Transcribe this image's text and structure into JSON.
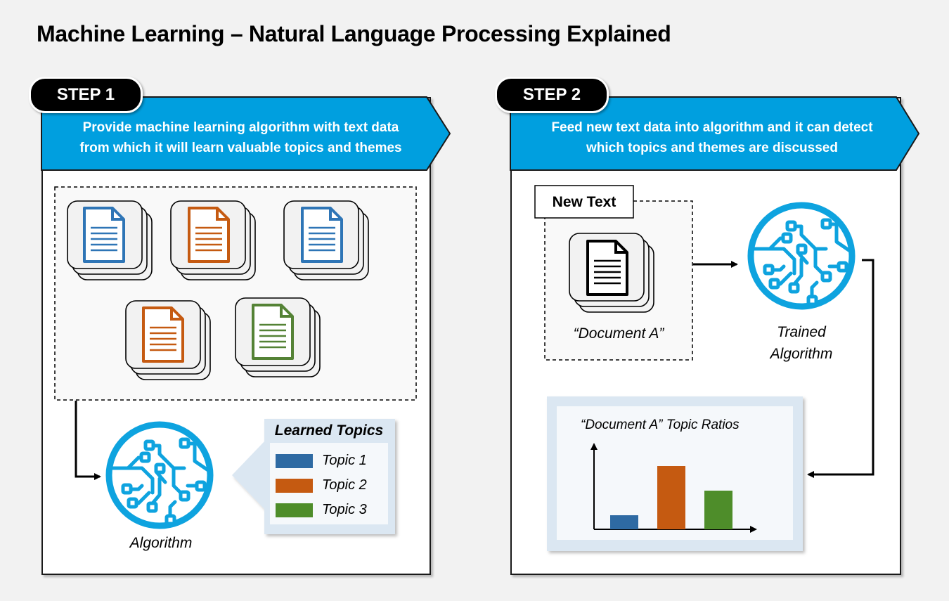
{
  "title": "Machine Learning – Natural Language Processing Explained",
  "step1": {
    "badge": "STEP 1",
    "banner_line1": "Provide machine learning algorithm with text data",
    "banner_line2": "from which it will learn valuable topics and themes",
    "algorithm_label": "Algorithm",
    "learned_topics": {
      "title": "Learned Topics",
      "items": [
        {
          "label": "Topic 1",
          "color": "#2e6aa3"
        },
        {
          "label": "Topic 2",
          "color": "#c55a11"
        },
        {
          "label": "Topic 3",
          "color": "#4e8d2a"
        }
      ]
    },
    "document_colors": [
      "#2e75b6",
      "#c55a11",
      "#2e75b6",
      "#c55a11",
      "#548235"
    ]
  },
  "step2": {
    "badge": "STEP 2",
    "banner_line1": "Feed new text data into algorithm and it can detect",
    "banner_line2": "which topics and themes are discussed",
    "new_text_label": "New Text",
    "document_label": "“Document A”",
    "trained_label_line1": "Trained",
    "trained_label_line2": "Algorithm",
    "chart_title": "“Document A” Topic Ratios"
  },
  "colors": {
    "accent": "#009fdf",
    "topic1": "#2e6aa3",
    "topic2": "#c55a11",
    "topic3": "#4e8d2a"
  },
  "chart_data": {
    "type": "bar",
    "title": "“Document A” Topic Ratios",
    "categories": [
      "",
      "",
      ""
    ],
    "values": [
      0.2,
      0.9,
      0.55
    ],
    "colors": [
      "#2e6aa3",
      "#c55a11",
      "#4e8d2a"
    ],
    "ylim": [
      0,
      1
    ],
    "grid": false
  }
}
